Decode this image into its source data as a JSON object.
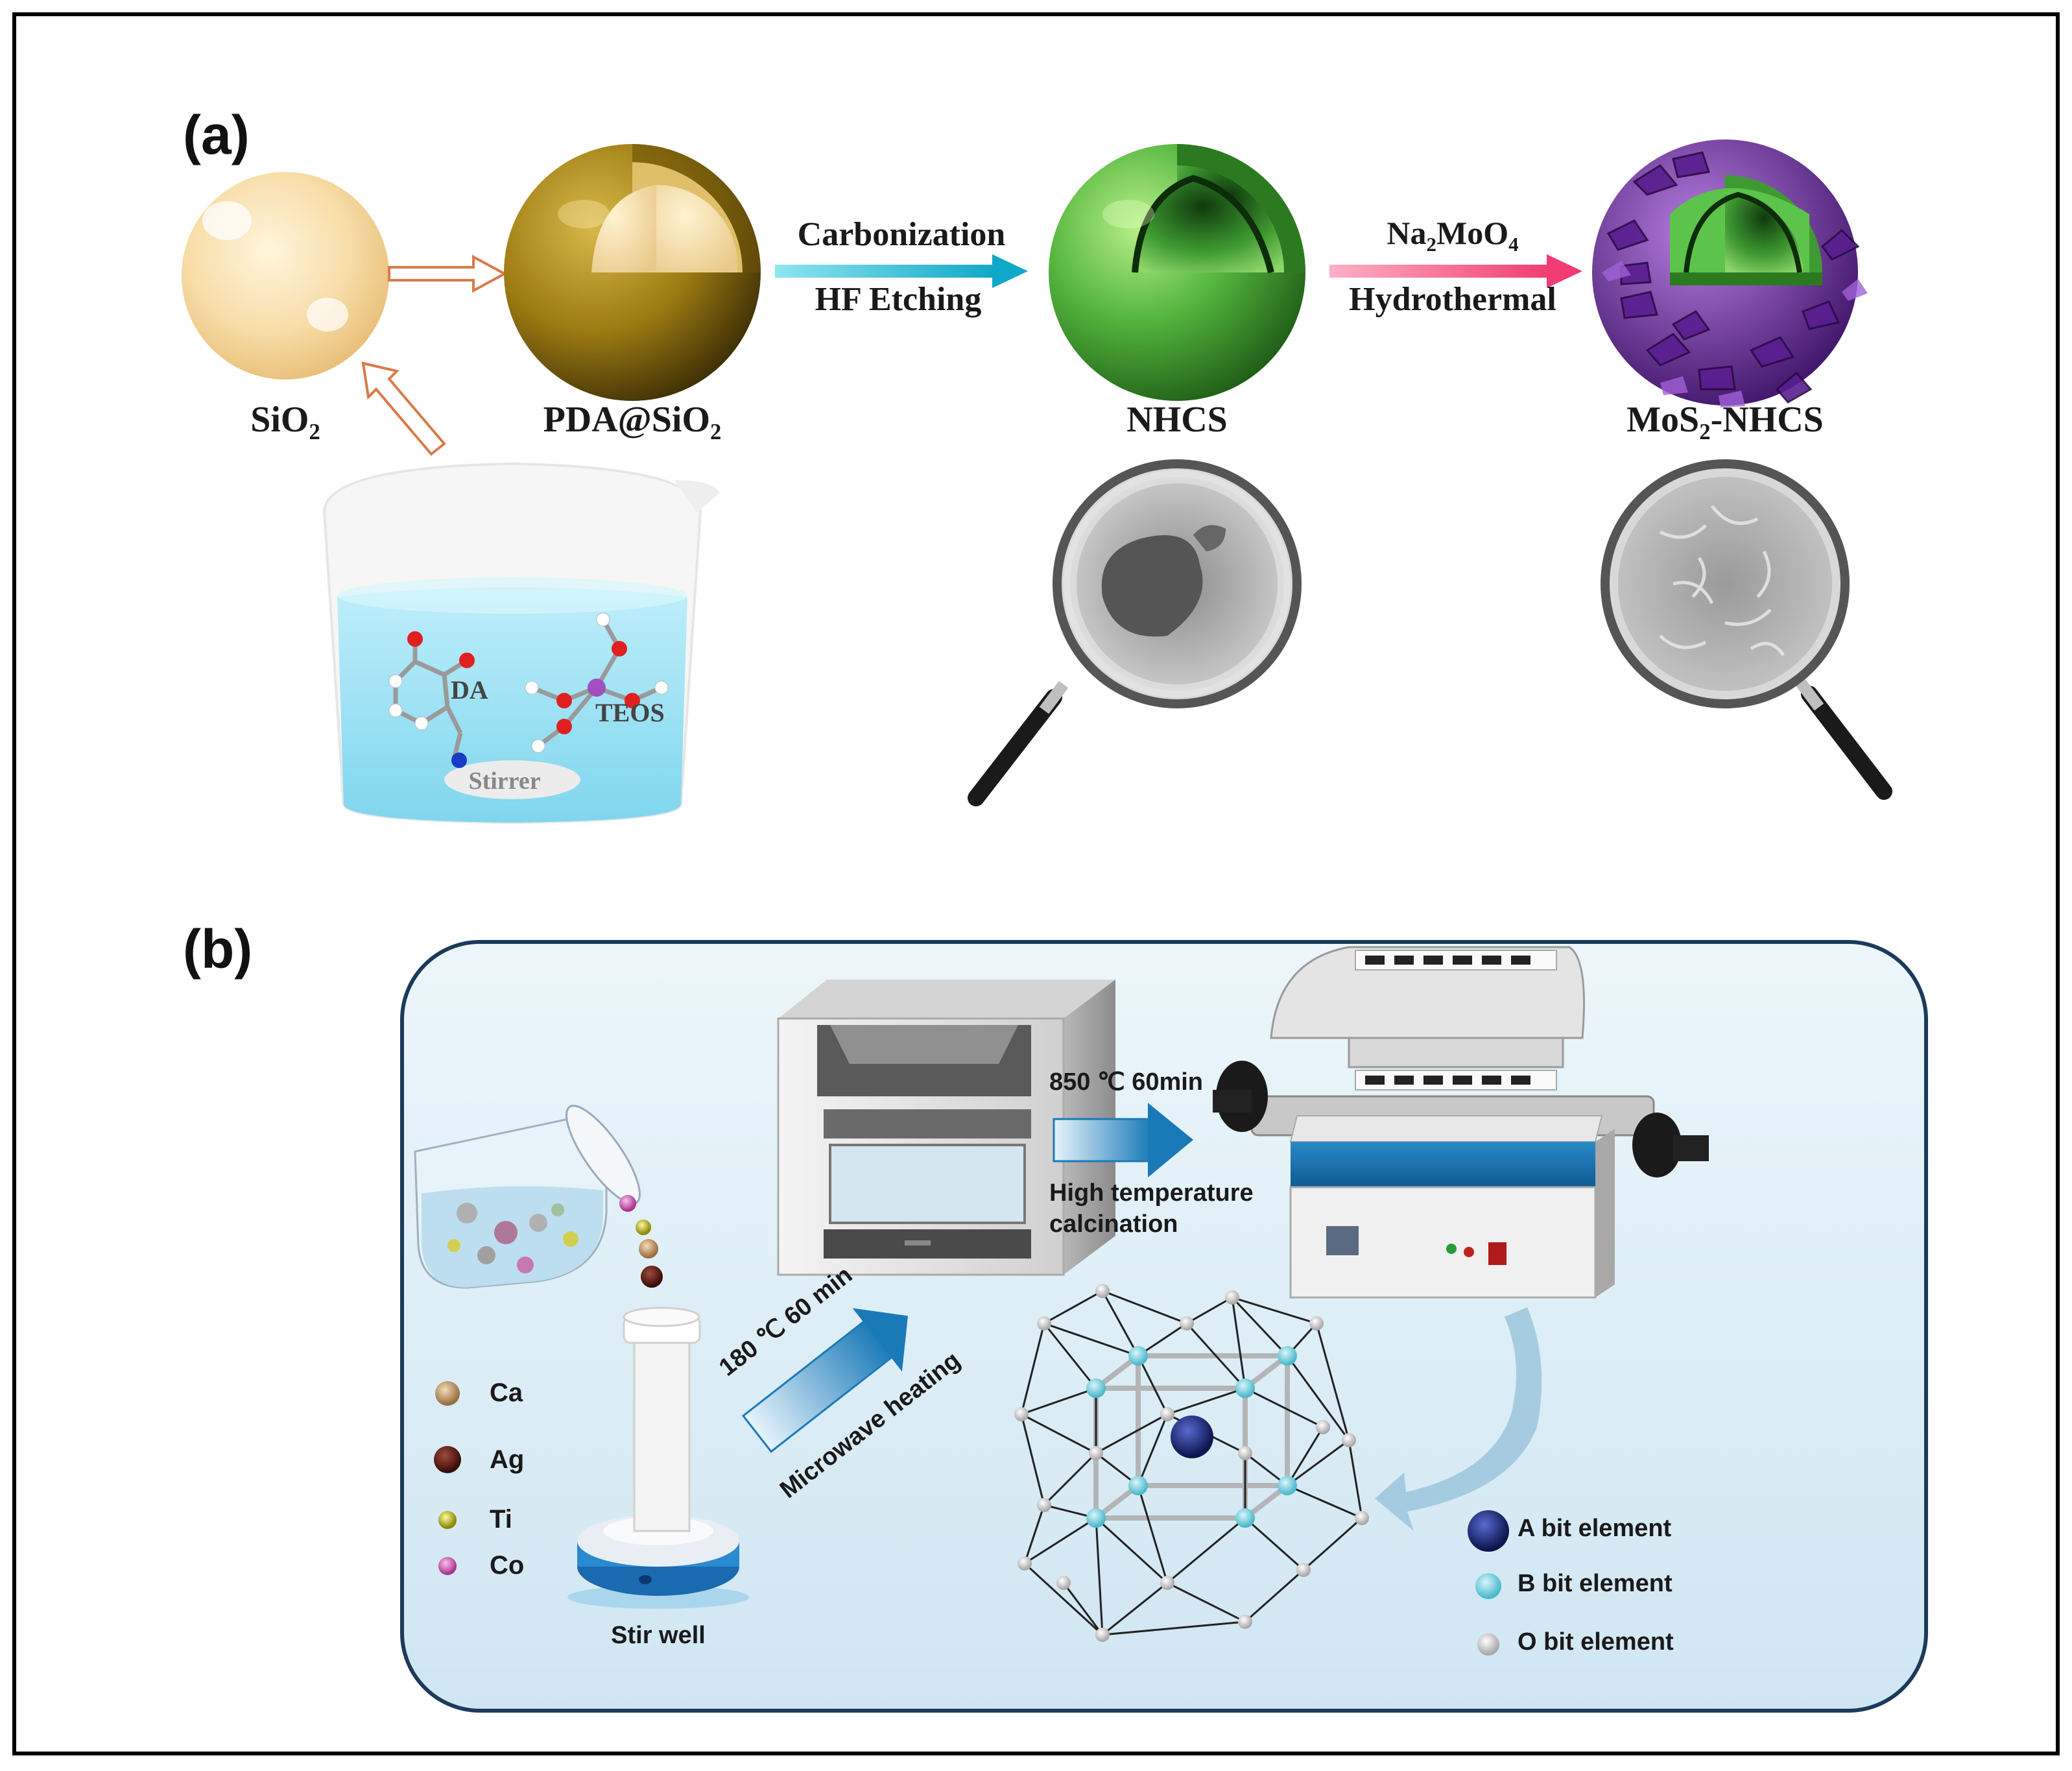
{
  "panel_a": {
    "label": "(a)",
    "sio2": {
      "main": "SiO",
      "sub": "2"
    },
    "pda": {
      "main": "PDA@SiO",
      "sub": "2"
    },
    "nhcs": "NHCS",
    "mos2_nhcs": {
      "pre": "MoS",
      "sub": "2",
      "post": "-NHCS"
    },
    "arrow1_top": "Carbonization",
    "arrow1_bottom": "HF Etching",
    "arrow2_top": {
      "a": "Na",
      "s1": "2",
      "b": "MoO",
      "s2": "4"
    },
    "arrow2_bottom": "Hydrothermal",
    "beaker": {
      "da": "DA",
      "teos": "TEOS",
      "stirrer": "Stirrer"
    },
    "colors": {
      "pda_shell": "#9a7a10",
      "nhcs_green": "#45a33a",
      "mos2_purple": "#7a3fb0",
      "arrow1": "#2ec4d8",
      "arrow2": "#f0507a",
      "outline_arrow": "#d97a4a",
      "sio2": "#f6dca6"
    }
  },
  "panel_b": {
    "label": "(b)",
    "legend_left": [
      {
        "name": "Ca",
        "color": "#c49a6c"
      },
      {
        "name": "Ag",
        "color": "#5a1a14"
      },
      {
        "name": "Ti",
        "color": "#d4cc20"
      },
      {
        "name": "Co",
        "color": "#d060b8"
      }
    ],
    "stir_well": "Stir well",
    "microwave_cond": "180 ℃ 60 min",
    "microwave_label": "Microwave heating",
    "furnace_cond": "850 ℃ 60min",
    "calcination_l1": "High temperature",
    "calcination_l2": "calcination",
    "legend_right": [
      {
        "name": "A bit element",
        "color": "#1c2a80"
      },
      {
        "name": "B bit element",
        "color": "#6fd0e0"
      },
      {
        "name": "O bit element",
        "color": "#f0f0f0"
      }
    ],
    "colors": {
      "panel_bg": "#d8ebf5",
      "panel_border": "#1c3a5a",
      "arrow_blue": "#1a7ab8"
    }
  }
}
